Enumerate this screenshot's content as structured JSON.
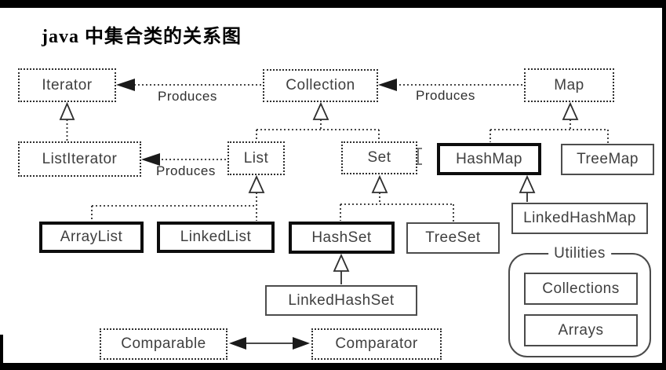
{
  "title": "java 中集合类的关系图",
  "diagram": {
    "edge_label_produces": "Produces",
    "nodes": {
      "iterator": {
        "label": "Iterator",
        "style": "dashed-interface"
      },
      "collection": {
        "label": "Collection",
        "style": "dashed-interface"
      },
      "map": {
        "label": "Map",
        "style": "dashed-interface"
      },
      "listiterator": {
        "label": "ListIterator",
        "style": "dashed-interface"
      },
      "list": {
        "label": "List",
        "style": "dashed-interface"
      },
      "set": {
        "label": "Set",
        "style": "dashed-interface"
      },
      "hashmap": {
        "label": "HashMap",
        "style": "thick-class"
      },
      "treemap": {
        "label": "TreeMap",
        "style": "thin-class"
      },
      "arraylist": {
        "label": "ArrayList",
        "style": "thick-class"
      },
      "linkedlist": {
        "label": "LinkedList",
        "style": "thick-class"
      },
      "hashset": {
        "label": "HashSet",
        "style": "thick-class"
      },
      "treeset": {
        "label": "TreeSet",
        "style": "thin-class"
      },
      "linkedhashmap": {
        "label": "LinkedHashMap",
        "style": "thin-class"
      },
      "linkedhashset": {
        "label": "LinkedHashSet",
        "style": "thin-class"
      },
      "comparable": {
        "label": "Comparable",
        "style": "dashed-interface"
      },
      "comparator": {
        "label": "Comparator",
        "style": "dashed-interface"
      }
    },
    "utilities": {
      "label": "Utilities",
      "items": [
        "Collections",
        "Arrays"
      ]
    },
    "edges": [
      {
        "from": "Collection",
        "to": "Iterator",
        "type": "produces"
      },
      {
        "from": "Map",
        "to": "Collection",
        "type": "produces"
      },
      {
        "from": "List",
        "to": "ListIterator",
        "type": "produces"
      },
      {
        "from": "ListIterator",
        "to": "Iterator",
        "type": "extends-dashed"
      },
      {
        "from": "List",
        "to": "Collection",
        "type": "extends-dashed"
      },
      {
        "from": "Set",
        "to": "Collection",
        "type": "extends-dashed"
      },
      {
        "from": "HashMap",
        "to": "Map",
        "type": "extends-dashed"
      },
      {
        "from": "TreeMap",
        "to": "Map",
        "type": "extends-dashed"
      },
      {
        "from": "ArrayList",
        "to": "List",
        "type": "extends-dashed"
      },
      {
        "from": "LinkedList",
        "to": "List",
        "type": "extends-dashed"
      },
      {
        "from": "HashSet",
        "to": "Set",
        "type": "extends-dashed"
      },
      {
        "from": "TreeSet",
        "to": "Set",
        "type": "extends-dashed"
      },
      {
        "from": "LinkedHashMap",
        "to": "HashMap",
        "type": "extends-solid"
      },
      {
        "from": "LinkedHashSet",
        "to": "HashSet",
        "type": "extends-solid"
      },
      {
        "from": "Comparable",
        "to": "Comparator",
        "type": "bidirectional-arrow"
      }
    ],
    "cursor_icon": "i-beam",
    "colors": {
      "background": "#ffffff",
      "frame": "#000000",
      "line": "#2e2e2e",
      "text": "#3f3f3f",
      "thick_border": "#0d0d0d",
      "thin_border": "#4d4d4d"
    }
  }
}
